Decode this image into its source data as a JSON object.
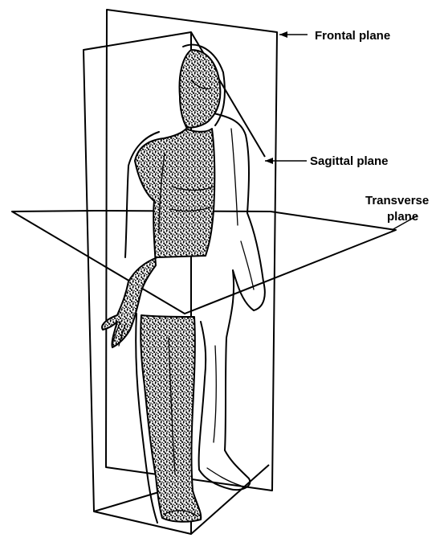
{
  "labels": {
    "frontal": "Frontal plane",
    "sagittal": "Sagittal plane",
    "transverse_line1": "Transverse",
    "transverse_line2": "plane"
  },
  "colors": {
    "ink": "#000000",
    "paper": "#ffffff"
  }
}
